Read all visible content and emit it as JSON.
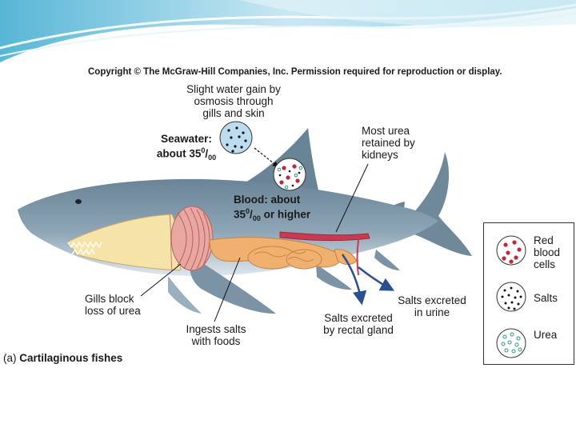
{
  "copyright": "Copyright © The McGraw-Hill Companies, Inc. Permission required for reproduction or display.",
  "labels": {
    "water_gain": [
      "Slight water gain by",
      "osmosis through",
      "gills and skin"
    ],
    "seawater_line1": "Seawater:",
    "seawater_line2_prefix": "about 35",
    "salinity_sup": "0",
    "salinity_sub": "00",
    "urea_retained": [
      "Most urea",
      "retained by",
      "kidneys"
    ],
    "blood_line1": "Blood: about",
    "blood_line2_prefix": "35",
    "blood_line2_suffix": " or higher",
    "gills_block": [
      "Gills block",
      "loss of urea"
    ],
    "ingests_salts": [
      "Ingests salts",
      "with foods"
    ],
    "salts_rectal": [
      "Salts excreted",
      "by rectal gland"
    ],
    "salts_urine": [
      "Salts excreted",
      "in urine"
    ]
  },
  "caption": {
    "prefix": "(a) ",
    "title": "Cartilaginous fishes"
  },
  "legend": {
    "items": [
      {
        "label": [
          "Red",
          "blood",
          "cells"
        ]
      },
      {
        "label": [
          "Salts"
        ]
      },
      {
        "label": [
          "Urea"
        ]
      }
    ]
  },
  "colors": {
    "banner_light": "#cfe9f3",
    "banner_dark": "#6fbfd9",
    "shark_body": "#7f97a8",
    "shark_belly": "#e3e9ee",
    "gills": "#e9a7a1",
    "mouth": "#f6e3a7",
    "intestine": "#f0b170",
    "kidney": "#c93a52",
    "red_cell": "#c0283a",
    "salt": "#111111",
    "urea": "#2a9a78",
    "seawater_fill": "#bcdcef"
  },
  "icons": {
    "seawater_sample": "seawater-dots-icon",
    "blood_sample": "blood-dots-icon"
  }
}
